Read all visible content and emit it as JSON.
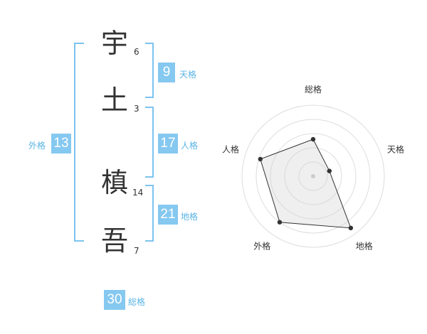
{
  "name_chars": [
    {
      "char": "宇",
      "strokes": "6"
    },
    {
      "char": "土",
      "strokes": "3"
    },
    {
      "char": "槙",
      "strokes": "14"
    },
    {
      "char": "吾",
      "strokes": "7"
    }
  ],
  "kaku": {
    "tenkaku": {
      "value": "9",
      "label": "天格"
    },
    "jinkaku": {
      "value": "17",
      "label": "人格"
    },
    "chikaku": {
      "value": "21",
      "label": "地格"
    },
    "gaikaku": {
      "value": "13",
      "label": "外格"
    },
    "soukaku": {
      "value": "30",
      "label": "総格"
    }
  },
  "colors": {
    "accent": "#85c8f0",
    "bracket": "#7cc3ef",
    "label": "#5bb4e5",
    "text": "#333333"
  },
  "chart_data": {
    "type": "radar",
    "axes": [
      "総格",
      "天格",
      "地格",
      "外格",
      "人格"
    ],
    "max": 5,
    "rings": 5,
    "values": [
      2.6,
      1.2,
      4.5,
      4.0,
      3.9
    ]
  }
}
